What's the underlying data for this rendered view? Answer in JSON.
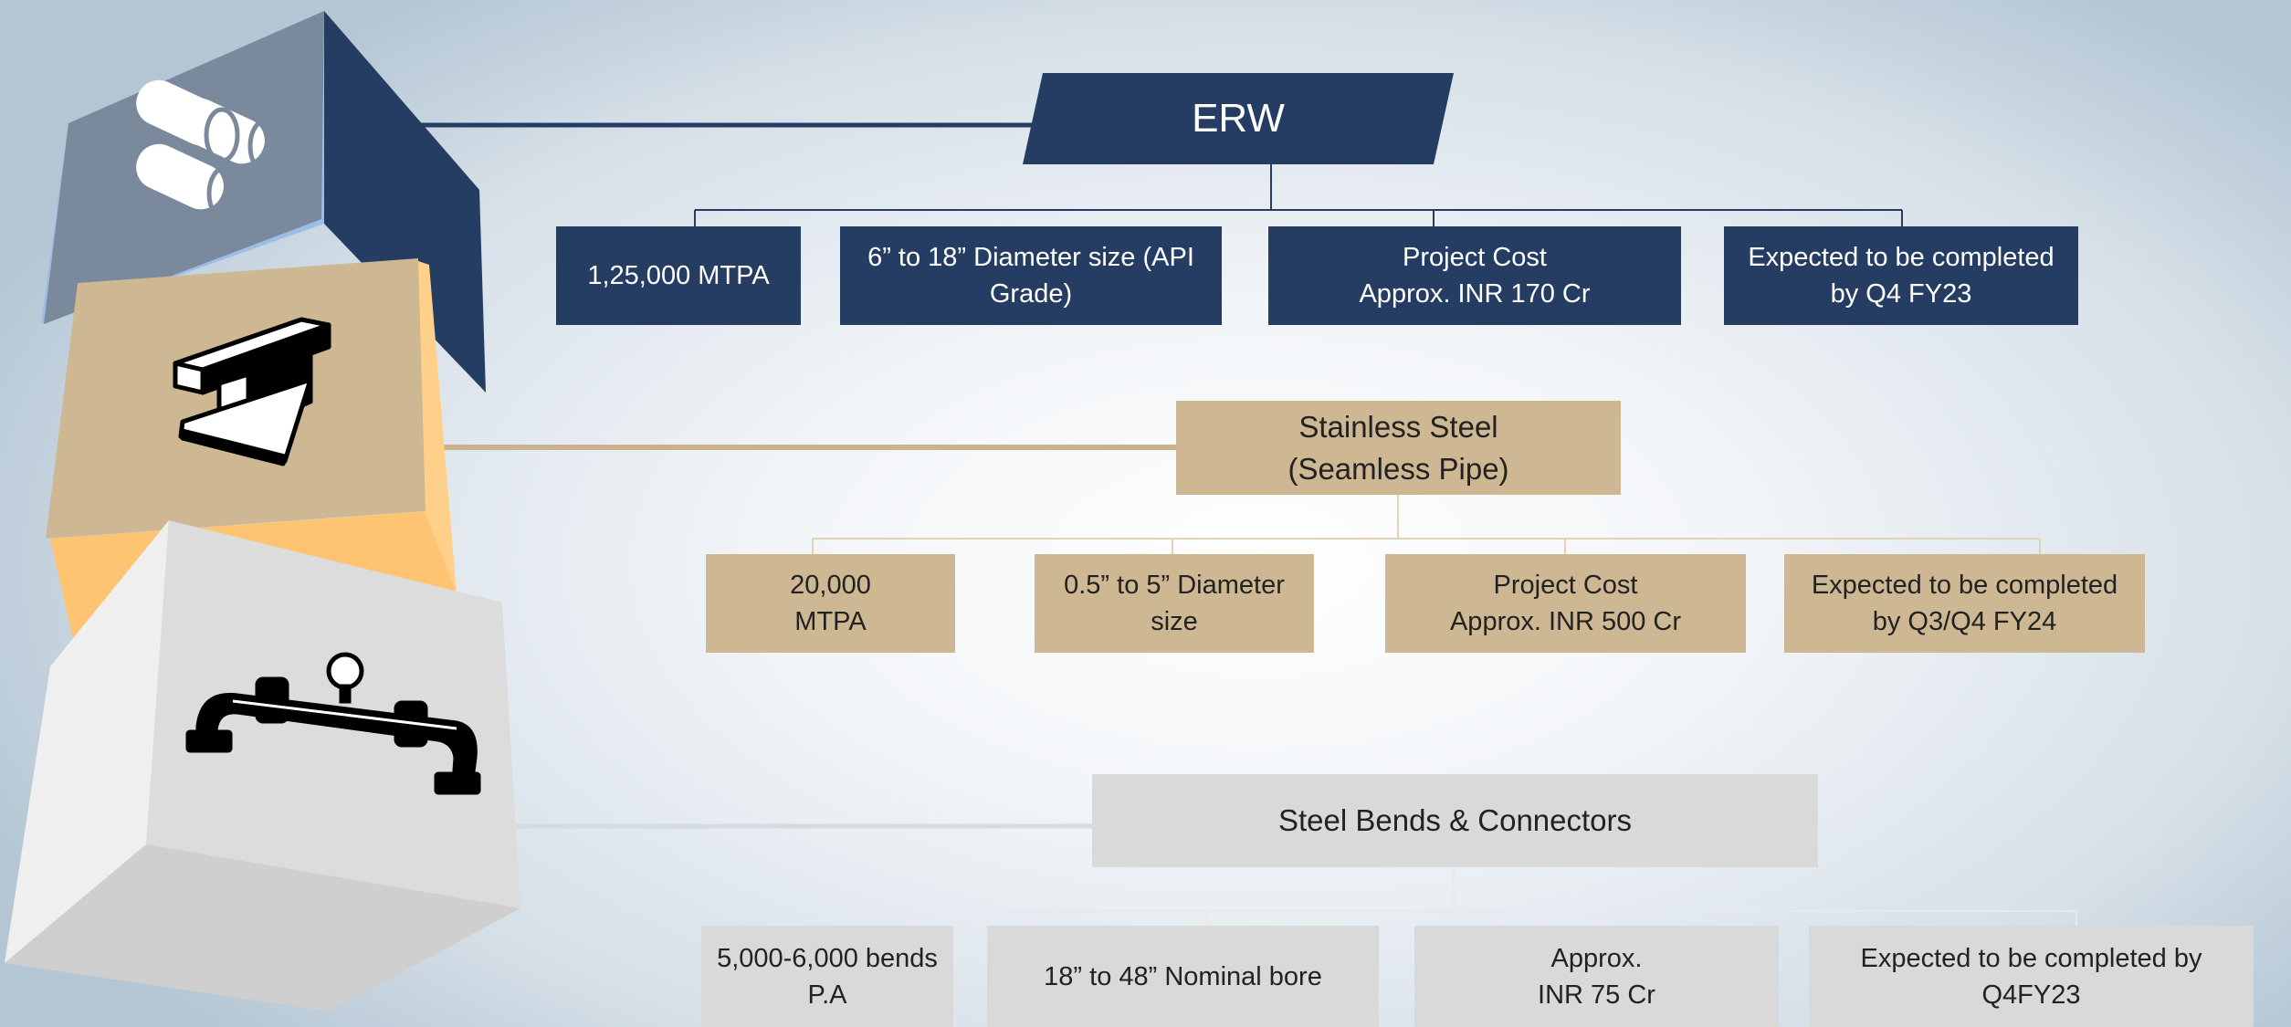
{
  "erw": {
    "title": "ERW",
    "items": [
      "1,25,000 MTPA",
      "6” to 18” Diameter size (API\nGrade)",
      "Project Cost\nApprox. INR 170 Cr",
      "Expected to be completed\nby Q4 FY23"
    ]
  },
  "stainless": {
    "title": "Stainless Steel\n(Seamless Pipe)",
    "items": [
      "20,000\nMTPA",
      "0.5” to 5” Diameter\nsize",
      "Project Cost\nApprox. INR 500 Cr",
      "Expected to be completed\nby Q3/Q4 FY24"
    ]
  },
  "bends": {
    "title": "Steel Bends & Connectors",
    "items": [
      "5,000-6,000 bends\nP.A",
      "18” to 48” Nominal bore",
      "Approx.\nINR 75 Cr",
      "Expected to be completed by\nQ4FY23"
    ]
  },
  "icons": [
    "pipes-icon",
    "i-beam-icon",
    "pipe-fitting-icon"
  ],
  "colors": {
    "erw": "#253d63",
    "stainless": "#cdb893",
    "bends": "#d9d9d9"
  }
}
